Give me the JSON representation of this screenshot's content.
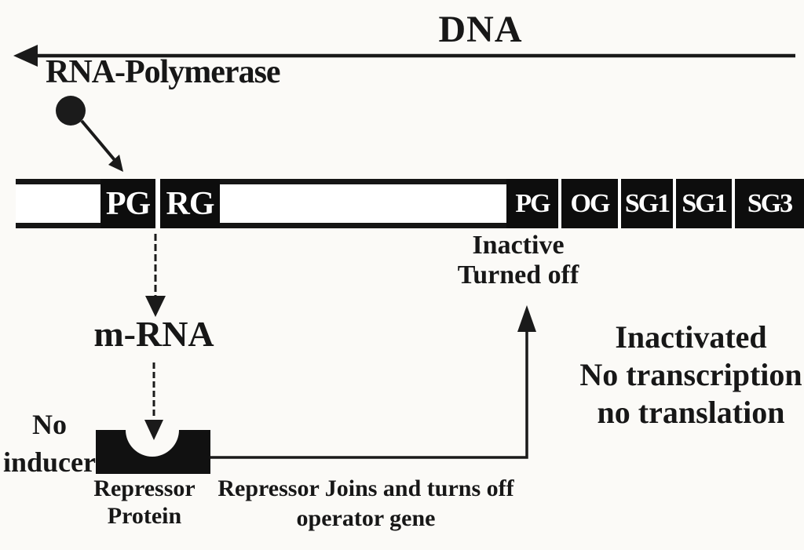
{
  "diagram": {
    "title": "DNA",
    "rna_polymerase": "RNA-Polymerase",
    "mrna": "m-RNA",
    "no_inducer": [
      "No",
      "inducer"
    ],
    "inactive": [
      "Inactive",
      "Turned off"
    ],
    "inactivated": [
      "Inactivated",
      "No transcription",
      "no translation"
    ],
    "repressor_protein": [
      "Repressor",
      "Protein"
    ],
    "joins_caption": [
      "Repressor Joins and turns off",
      "operator gene"
    ],
    "genes_left": [
      "PG",
      "RG"
    ],
    "genes_right": [
      "PG",
      "OG",
      "SG1",
      "SG1",
      "SG3"
    ],
    "colors": {
      "ink": "#171717",
      "paper": "#fbfaf7",
      "gene_box_fill": "#0d0d0d",
      "gene_box_text": "#ffffff"
    }
  }
}
